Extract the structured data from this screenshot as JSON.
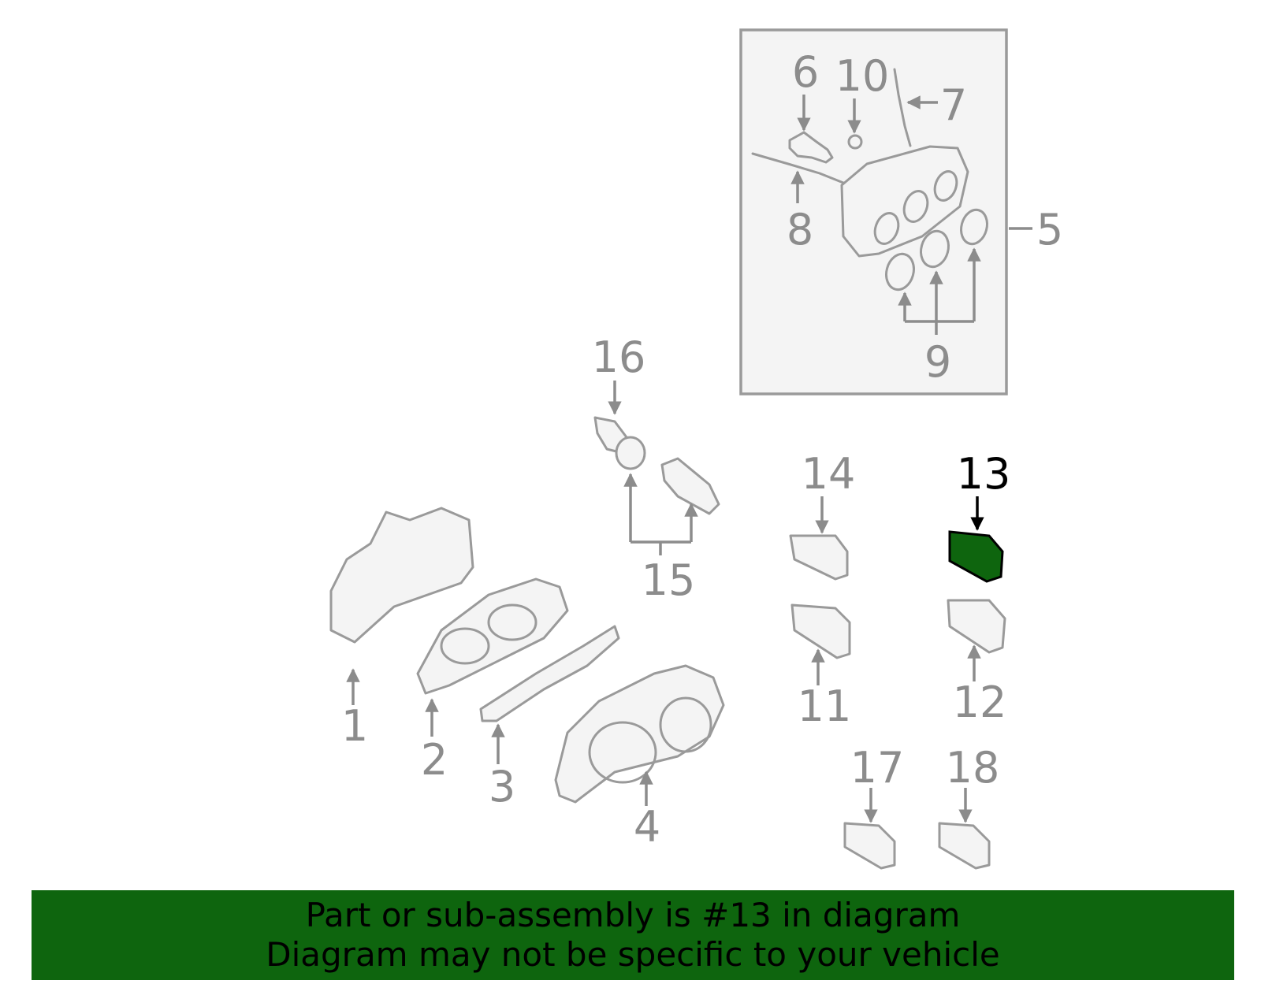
{
  "callouts": {
    "c1": "1",
    "c2": "2",
    "c3": "3",
    "c4": "4",
    "c5": "5",
    "c6": "6",
    "c7": "7",
    "c8": "8",
    "c9": "9",
    "c10": "10",
    "c11": "11",
    "c12": "12",
    "c13": "13",
    "c14": "14",
    "c15": "15",
    "c16": "16",
    "c17": "17",
    "c18": "18"
  },
  "highlighted_part": "13",
  "colors": {
    "highlight": "#0e650e",
    "line": "#8c8c8c",
    "banner": "#0e650e"
  },
  "banner": {
    "line1": "Part or sub-assembly is #13 in diagram",
    "line2": "Diagram may not be specific to your vehicle"
  }
}
